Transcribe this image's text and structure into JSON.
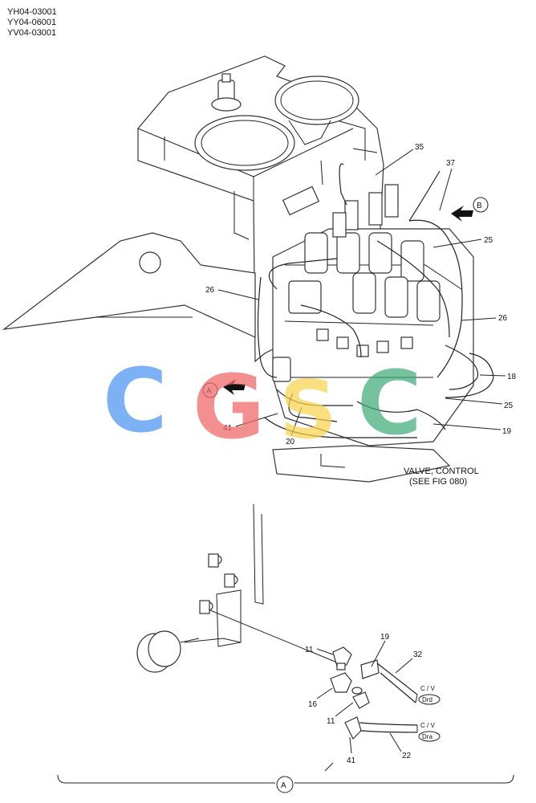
{
  "serials": [
    "YH04-03001",
    "YY04-06001",
    "YV04-03001"
  ],
  "upper_callouts": {
    "c35": "35",
    "c37": "37",
    "c25a": "25",
    "c26l": "26",
    "c26r": "26",
    "c18": "18",
    "c25b": "25",
    "c19": "19",
    "c41": "41",
    "c20": "20"
  },
  "view_markers": {
    "a": "A",
    "b": "B",
    "bottom": "A"
  },
  "caption": {
    "line1": "VALVE, CONTROL",
    "line2": "(SEE FIG 080)"
  },
  "detail_callouts": {
    "c11a": "11",
    "c19": "19",
    "c32": "32",
    "c16": "16",
    "c11b": "11",
    "c41": "41",
    "c22": "22"
  },
  "port_tags": {
    "cv1": "C / V",
    "port1": "Drd",
    "cv2": "C / V",
    "port2": "Dra"
  },
  "watermark": {
    "letters": [
      "C",
      "G",
      "S",
      "C"
    ],
    "colors": [
      "#6fa8f5",
      "#ef6a6a",
      "#f6d24a",
      "#3aa876"
    ]
  }
}
